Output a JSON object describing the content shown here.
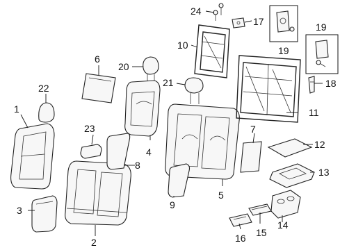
{
  "diagram": {
    "callouts": {
      "c1": "1",
      "c2": "2",
      "c3": "3",
      "c4": "4",
      "c5": "5",
      "c6": "6",
      "c7": "7",
      "c8": "8",
      "c9": "9",
      "c10": "10",
      "c11": "11",
      "c12": "12",
      "c13": "13",
      "c14": "14",
      "c15": "15",
      "c16": "16",
      "c17": "17",
      "c18": "18",
      "c19a": "19",
      "c19b": "19",
      "c20": "20",
      "c21": "21",
      "c22": "22",
      "c23": "23",
      "c24": "24"
    }
  }
}
